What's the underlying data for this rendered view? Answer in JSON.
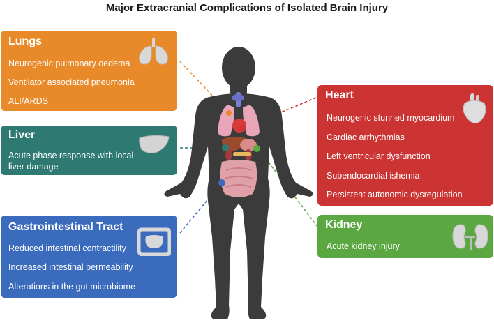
{
  "title": "Major Extracranial Complications of Isolated Brain Injury",
  "colors": {
    "lungs": "#e88a2a",
    "liver": "#2e7a73",
    "gi": "#3b6bbd",
    "heart": "#cc3333",
    "kidney": "#5ba843",
    "body": "#3b3b3b"
  },
  "cards": {
    "lungs": {
      "title": "Lungs",
      "items": [
        "Neurogenic pulmonary oedema",
        "Ventilator associated pneumonia",
        "ALI/ARDS"
      ],
      "icon": "lungs-icon"
    },
    "liver": {
      "title": "Liver",
      "items": [
        "Acute phase response with local liver damage"
      ],
      "icon": "liver-icon"
    },
    "gi": {
      "title": "Gastrointestinal Tract",
      "items": [
        "Reduced intestinal contractility",
        "Increased intestinal permeability",
        "Alterations in the gut microbiome"
      ],
      "icon": "intestine-icon"
    },
    "heart": {
      "title": "Heart",
      "items": [
        "Neurogenic stunned myocardium",
        "Cardiac arrhythmias",
        "Left ventricular dysfunction",
        "Subendocardial ishemia",
        "Persistent autonomic dysregulation"
      ],
      "icon": "heart-icon"
    },
    "kidney": {
      "title": "Kidney",
      "items": [
        "Acute kidney injury"
      ],
      "icon": "kidney-icon"
    }
  }
}
